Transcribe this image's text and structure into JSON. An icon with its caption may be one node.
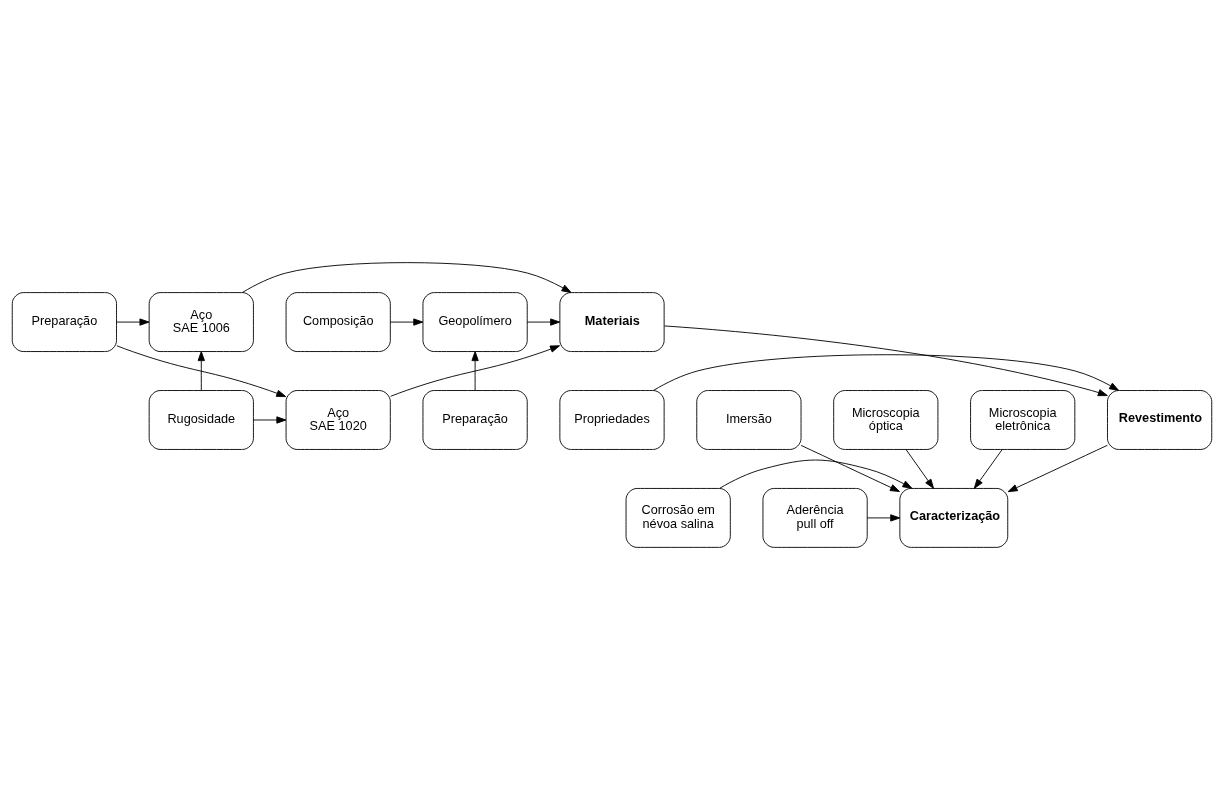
{
  "diagram": {
    "nodes": [
      {
        "text": [
          "Preparação"
        ]
      },
      {
        "text": [
          "Aço SAE 1006"
        ]
      },
      {
        "text": [
          "Materiais"
        ]
      },
      {
        "text": [
          "Geopolímero"
        ]
      },
      {
        "text": [
          "Composição"
        ]
      },
      {
        "text": [
          "Rugosidade"
        ]
      },
      {
        "text": [
          "Aço SAE 1020"
        ]
      },
      {
        "text": [
          "Preparação"
        ]
      },
      {
        "text": [
          "Revestimento"
        ]
      },
      {
        "text": [
          "Propriedades"
        ]
      },
      {
        "text": [
          "Aderência pull off"
        ]
      },
      {
        "text": [
          "Caracterização"
        ]
      },
      {
        "text": [
          "Corrosão em névoa salina"
        ]
      },
      {
        "text": [
          "Imersão"
        ]
      },
      {
        "text": [
          "Microscopia óptica"
        ]
      },
      {
        "text": [
          "Microscopia eletrônica"
        ]
      }
    ],
    "edges": [
      {
        "from": 0,
        "to": 1,
        "arrow": "to"
      },
      {
        "from": 0,
        "to": 6,
        "arrow": "to"
      },
      {
        "from": 5,
        "to": 1,
        "arrow": "to"
      },
      {
        "from": 5,
        "to": 6,
        "arrow": "to"
      },
      {
        "from": 1,
        "to": 2,
        "arrow": "to"
      },
      {
        "from": 6,
        "to": 2,
        "arrow": "to"
      },
      {
        "from": 3,
        "to": 2,
        "arrow": "to"
      },
      {
        "from": 4,
        "to": 3,
        "arrow": "to"
      },
      {
        "from": 7,
        "to": 3,
        "arrow": "to"
      },
      {
        "from": 2,
        "to": 8,
        "arrow": "to"
      },
      {
        "from": 9,
        "to": 8,
        "arrow": "to"
      },
      {
        "from": 8,
        "to": 11,
        "arrow": "to"
      },
      {
        "from": 10,
        "to": 11,
        "arrow": "to"
      },
      {
        "from": 13,
        "to": 11,
        "arrow": "to"
      },
      {
        "from": 12,
        "to": 11,
        "arrow": "to"
      },
      {
        "from": 14,
        "to": 11,
        "arrow": "to"
      },
      {
        "from": 15,
        "to": 11,
        "arrow": "to"
      }
    ]
  }
}
